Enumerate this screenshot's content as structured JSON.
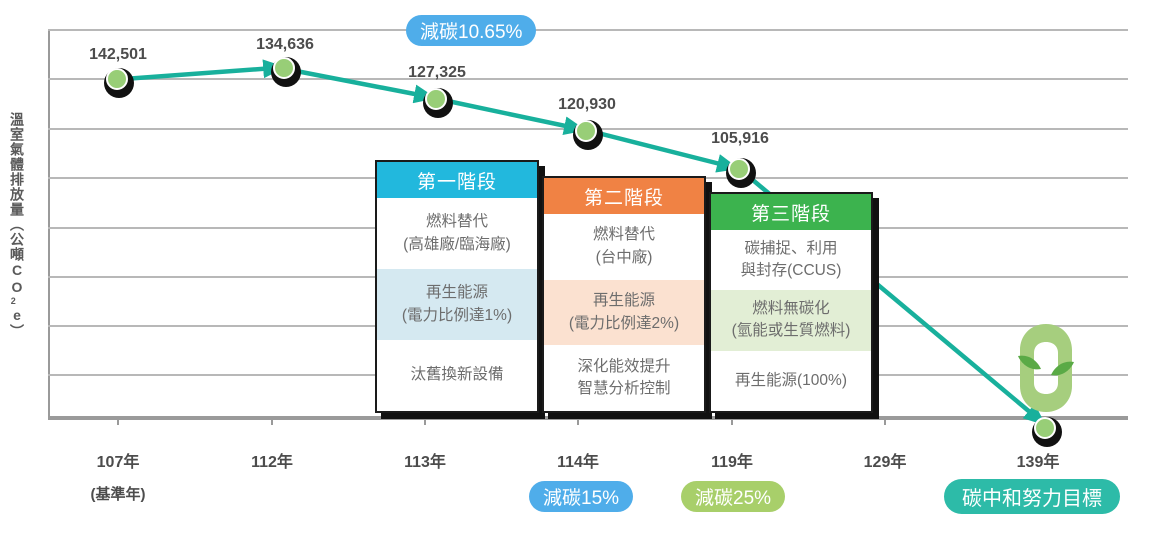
{
  "chart_data": {
    "type": "line",
    "title": "",
    "xlabel": "",
    "ylabel": "溫室氣體排放量（公噸CO₂e）",
    "categories": [
      "107年",
      "112年",
      "113年",
      "114年",
      "119年",
      "129年",
      "139年"
    ],
    "category_sublabels": [
      "(基準年)",
      "",
      "",
      "",
      "",
      "",
      ""
    ],
    "series": [
      {
        "name": "溫室氣體排放量",
        "values": [
          142501,
          134636,
          127325,
          120930,
          105916,
          null,
          0
        ],
        "value_labels": [
          "142,501",
          "134,636",
          "127,325",
          "120,930",
          "105,916",
          "",
          ""
        ]
      }
    ],
    "ylim": [
      0,
      160000
    ],
    "grid": true,
    "gridline_count": 8,
    "legend": "none",
    "line_color": "#18b09c",
    "marker_fill": "#98ce77",
    "marker_ring": "#111111"
  },
  "ylabel": {
    "main": "溫室氣體排放量（公噸CO",
    "sub": "2",
    "tail": "e）",
    "full": "溫室氣體排放量（公噸CO2e）"
  },
  "axis": {
    "ticks": [
      {
        "label": "107年",
        "sublabel": "(基準年)"
      },
      {
        "label": "112年",
        "sublabel": ""
      },
      {
        "label": "113年",
        "sublabel": ""
      },
      {
        "label": "114年",
        "sublabel": ""
      },
      {
        "label": "119年",
        "sublabel": ""
      },
      {
        "label": "129年",
        "sublabel": ""
      },
      {
        "label": "139年",
        "sublabel": ""
      }
    ]
  },
  "points": [
    {
      "label": "142,501",
      "year": "107年"
    },
    {
      "label": "134,636",
      "year": "112年"
    },
    {
      "label": "127,325",
      "year": "113年"
    },
    {
      "label": "120,930",
      "year": "114年"
    },
    {
      "label": "105,916",
      "year": "119年"
    }
  ],
  "badges": {
    "top": {
      "label": "減碳10.65%",
      "color": "#4fadea"
    },
    "reduction15": {
      "label": "減碳15%",
      "color": "#4fadea"
    },
    "reduction25": {
      "label": "減碳25%",
      "color": "#a8cf6a"
    },
    "neutral": {
      "label": "碳中和努力目標",
      "color": "#2dbba8"
    }
  },
  "stages": [
    {
      "title": "第一階段",
      "header_color": "#22b8dd",
      "rows": [
        {
          "lines": [
            "燃料替代",
            "(高雄廠/臨海廠)"
          ],
          "bg": "#ffffff"
        },
        {
          "lines": [
            "再生能源",
            "(電力比例達1%)"
          ],
          "bg": "#d5e9f1"
        },
        {
          "lines": [
            "汰舊換新設備"
          ],
          "bg": "#ffffff"
        }
      ]
    },
    {
      "title": "第二階段",
      "header_color": "#f08244",
      "rows": [
        {
          "lines": [
            "燃料替代",
            "(台中廠)"
          ],
          "bg": "#ffffff"
        },
        {
          "lines": [
            "再生能源",
            "(電力比例達2%)"
          ],
          "bg": "#fbe1d0"
        },
        {
          "lines": [
            "深化能效提升",
            "智慧分析控制"
          ],
          "bg": "#ffffff"
        }
      ]
    },
    {
      "title": "第三階段",
      "header_color": "#3cb34e",
      "rows": [
        {
          "lines": [
            "碳捕捉、利用",
            "與封存(CCUS)"
          ],
          "bg": "#ffffff"
        },
        {
          "lines": [
            "燃料無碳化",
            "(氫能或生質燃料)"
          ],
          "bg": "#e2eed5"
        },
        {
          "lines": [
            "再生能源(100%)"
          ],
          "bg": "#ffffff"
        }
      ]
    }
  ],
  "icons": {
    "plant": "plant-carbon-neutral-icon"
  }
}
